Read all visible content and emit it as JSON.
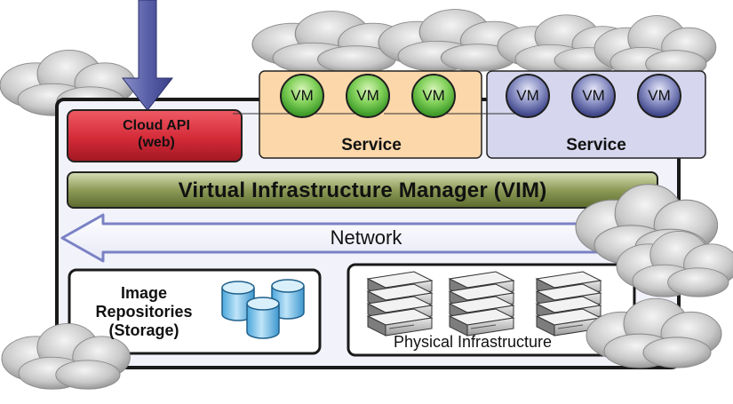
{
  "cloud_api": {
    "label_line1": "Cloud API",
    "label_line2": "(web)"
  },
  "service_left": {
    "label": "Service",
    "vms": [
      "VM",
      "VM",
      "VM"
    ]
  },
  "service_right": {
    "label": "Service",
    "vms": [
      "VM",
      "VM",
      "VM"
    ]
  },
  "vim": {
    "label": "Virtual Infrastructure Manager (VIM)"
  },
  "network": {
    "label": "Network"
  },
  "image_repositories": {
    "line1": "Image",
    "line2": "Repositories",
    "line3": "(Storage)"
  },
  "physical_infrastructure": {
    "label": "Physical Infrastructure"
  },
  "colors": {
    "cloud_api_fill": "#d42a38",
    "service_left_fill": "#fbd7aa",
    "service_right_fill": "#d6d6ee",
    "vm_left_fill": "#6cc24a",
    "vm_right_fill": "#5a62a0",
    "vim_fill": "#6b7a3c",
    "network_arrow": "#7a82c4",
    "storage_fill": "#7fc4ec",
    "cloud_fill": "#c9c9c9",
    "frame_fill": "#f2f2fb"
  }
}
